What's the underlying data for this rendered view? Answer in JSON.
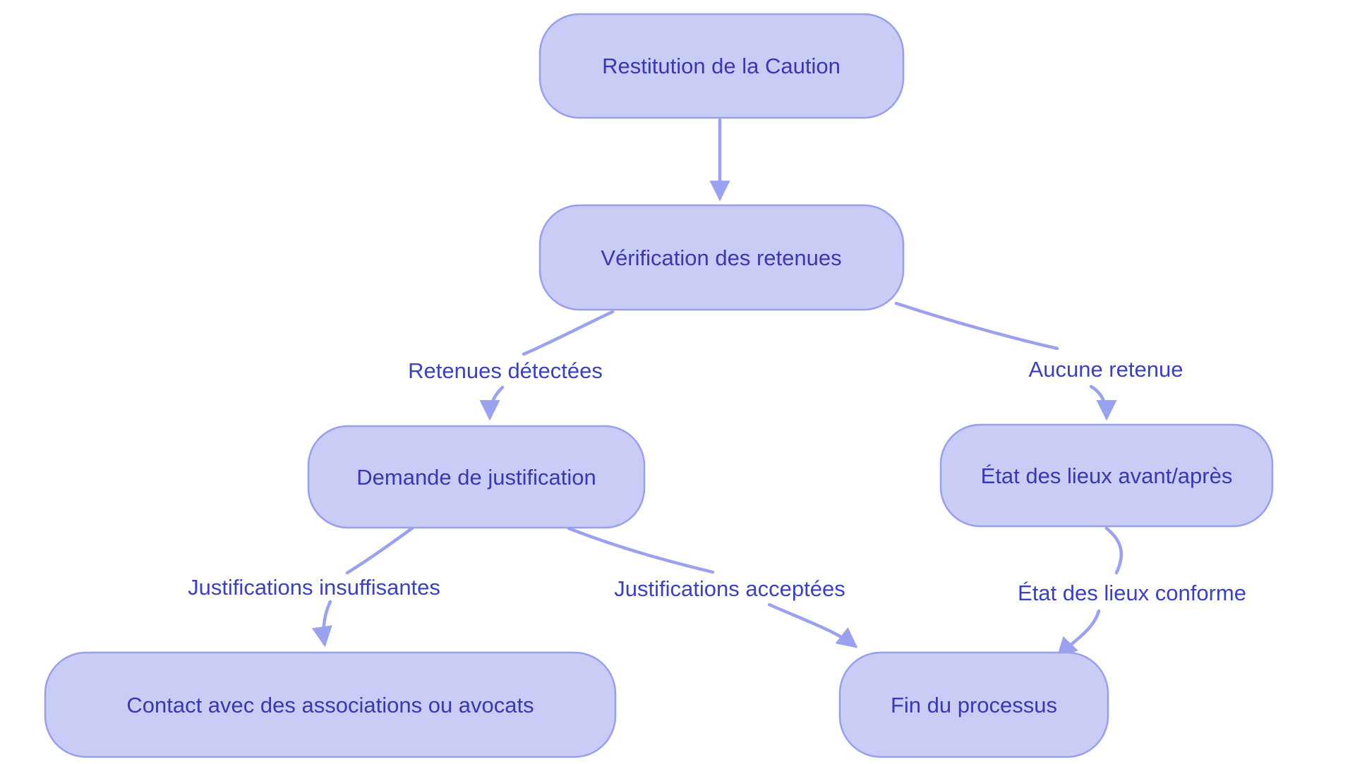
{
  "diagram": {
    "type": "flowchart",
    "direction": "top-down",
    "title": "Restitution de la Caution",
    "nodes": [
      {
        "id": "restitution",
        "label": "Restitution de la Caution"
      },
      {
        "id": "verification",
        "label": "Vérification des retenues"
      },
      {
        "id": "demande",
        "label": "Demande de justification"
      },
      {
        "id": "etat_lieux",
        "label": "État des lieux avant/après"
      },
      {
        "id": "contact",
        "label": "Contact avec des associations ou avocats"
      },
      {
        "id": "fin",
        "label": "Fin du processus"
      }
    ],
    "edges": [
      {
        "from": "restitution",
        "to": "verification",
        "label": ""
      },
      {
        "from": "verification",
        "to": "demande",
        "label": "Retenues détectées"
      },
      {
        "from": "verification",
        "to": "etat_lieux",
        "label": "Aucune retenue"
      },
      {
        "from": "demande",
        "to": "contact",
        "label": "Justifications insuffisantes"
      },
      {
        "from": "demande",
        "to": "fin",
        "label": "Justifications acceptées"
      },
      {
        "from": "etat_lieux",
        "to": "fin",
        "label": "État des lieux conforme"
      }
    ],
    "colors": {
      "node_fill": "#c9ccf5",
      "node_border": "#97a0ec",
      "node_text": "#3b36b2",
      "edge_line": "#9aa2f0",
      "edge_label_text": "#3a40c2",
      "background": "#ffffff"
    }
  }
}
